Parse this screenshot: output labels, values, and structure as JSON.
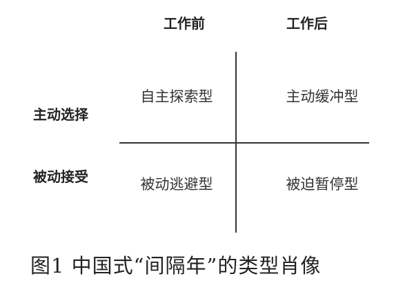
{
  "columns": [
    "工作前",
    "工作后"
  ],
  "rows": [
    "主动选择",
    "被动接受"
  ],
  "quadrants": {
    "top_left": "自主探索型",
    "top_right": "主动缓冲型",
    "bottom_left": "被动逃避型",
    "bottom_right": "被迫暂停型"
  },
  "caption": "图1  中国式“间隔年”的类型肖像"
}
